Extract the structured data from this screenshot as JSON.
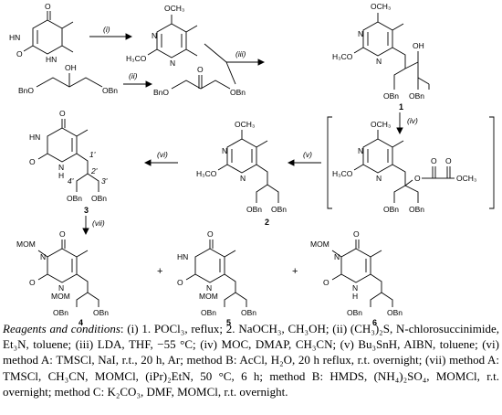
{
  "scheme": {
    "reagent_labels": [
      "(i)",
      "(ii)",
      "(iii)",
      "(iv)",
      "(v)",
      "(vi)",
      "(vii)"
    ],
    "compound_numbers": [
      "1",
      "2",
      "3",
      "4",
      "5",
      "6"
    ],
    "plus_signs": [
      "+",
      "+"
    ],
    "atoms": {
      "OCH3": "OCH₃",
      "H3CO": "H₃CO",
      "OBn": "OBn",
      "BnO": "BnO",
      "OH": "OH",
      "O": "O",
      "N": "N",
      "HN": "HN",
      "H": "H",
      "MOM": "MOM",
      "CH3": "CH₃",
      "MOC": "O"
    },
    "positions": [
      "1'",
      "2'",
      "3'",
      "4'"
    ]
  },
  "caption": {
    "lead": "Reagents and conditions",
    "text": ": (i) 1. POCl₃, reflux; 2. NaOCH₃, CH₃OH; (ii) (CH₃)₂S, N-chlorosuccinimide, Et₃N, toluene; (iii) LDA, THF, −55 °C; (iv) MOC, DMAP, CH₃CN; (v) Bu₃SnH, AIBN, toluene; (vi) method A: TMSCl, NaI, r.t., 20 h, Ar; method B: AcCl, H₂O, 20 h reflux, r.t. overnight; (vii) method A: TMSCl, CH₃CN, MOMCl, (iPr)₂EtN, 50 °C, 6 h; method B: HMDS, (NH₄)₂SO₄, MOMCl, r.t. overnight; method C: K₂CO₃, DMF, MOMCl, r.t. overnight."
  }
}
